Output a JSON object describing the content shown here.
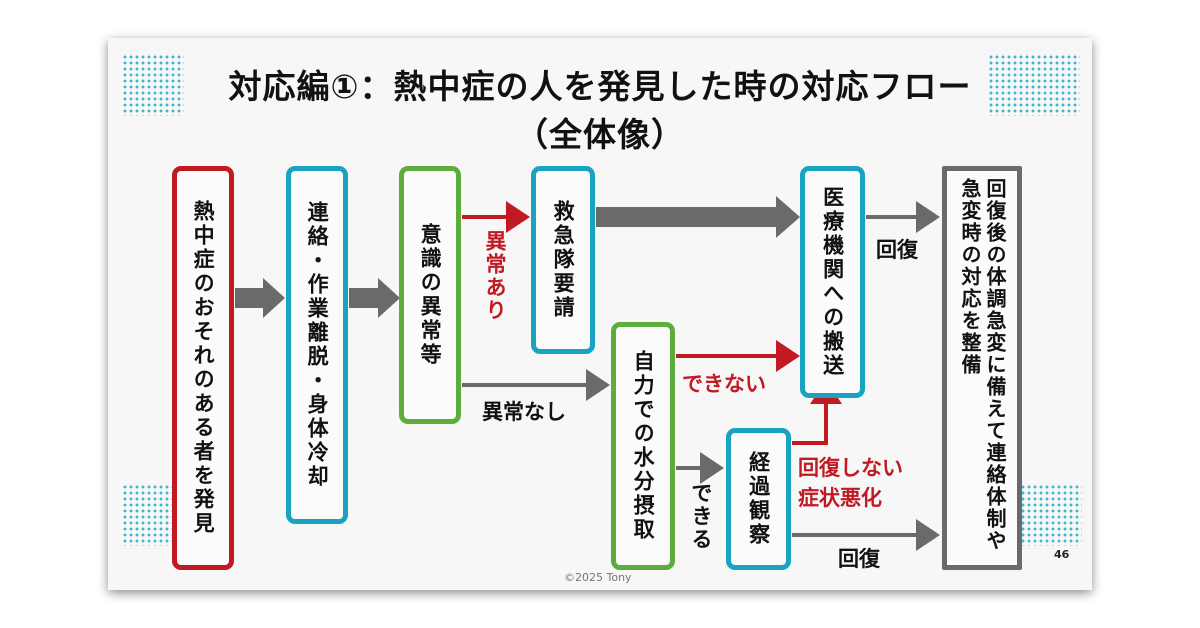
{
  "title_line1": "対応編①：熱中症の人を発見した時の対応フロー",
  "title_line2": "（全体像）",
  "boxes": {
    "discover": "熱中症のおそれのある者を発見",
    "contact": "連絡・作業離脱・身体冷却",
    "consciousness": "意識の異常等",
    "ambulance": "救急隊要請",
    "hydration": "自力での水分摂取",
    "hospital": "医療機関への搬送",
    "observation": "経過観察",
    "after_recovery": "回復後の体調急変に備えて連絡体制や急変時の対応を整備"
  },
  "labels": {
    "abnormal": "異常あり",
    "no_abnormal": "異常なし",
    "cannot": "できない",
    "can": "できる",
    "not_recovered": "回復しない",
    "worsened": "症状悪化",
    "recover_top": "回復",
    "recover_bottom": "回復"
  },
  "colors": {
    "red": "#c21a22",
    "teal": "#1aa3c0",
    "green": "#5cad3c",
    "gray": "#6a6a6a"
  },
  "footer": {
    "copyright": "©2025 Tony",
    "page_number": "46"
  }
}
